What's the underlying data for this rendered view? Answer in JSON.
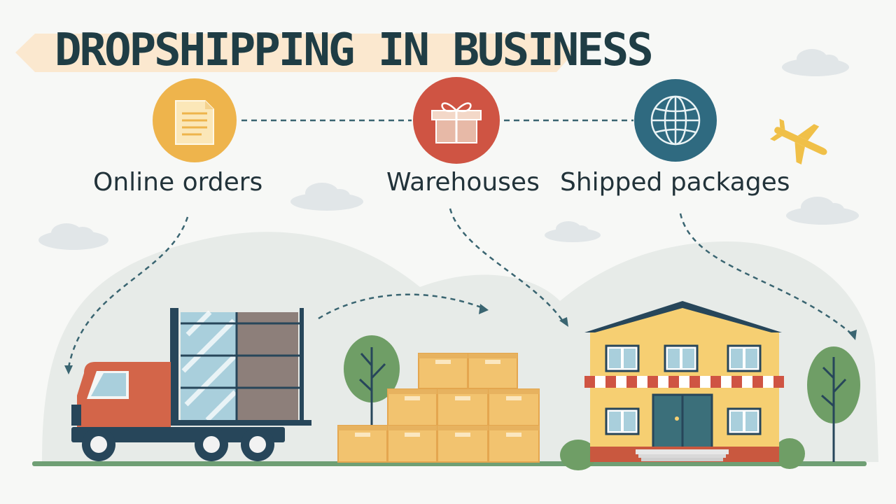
{
  "title": "DROPSHIPPING IN BUSINESS",
  "steps": [
    {
      "label": "Online orders",
      "icon": "document-icon",
      "color": "#eeb44c"
    },
    {
      "label": "Warehouses",
      "icon": "gift-box-icon",
      "color": "#cf5443"
    },
    {
      "label": "Shipped packages",
      "icon": "globe-icon",
      "color": "#2f6a80"
    }
  ],
  "colors": {
    "title_banner": "#fbe8cf",
    "title_text": "#1f3d45",
    "connector": "#3a6571",
    "truck_cab": "#d36549",
    "box": "#f2c36f",
    "store_wall": "#f6cf72",
    "store_roof": "#27465a",
    "door": "#3b6f7a",
    "tree": "#6f9e66",
    "ground": "#6f9f74",
    "airplane": "#f0c048"
  }
}
